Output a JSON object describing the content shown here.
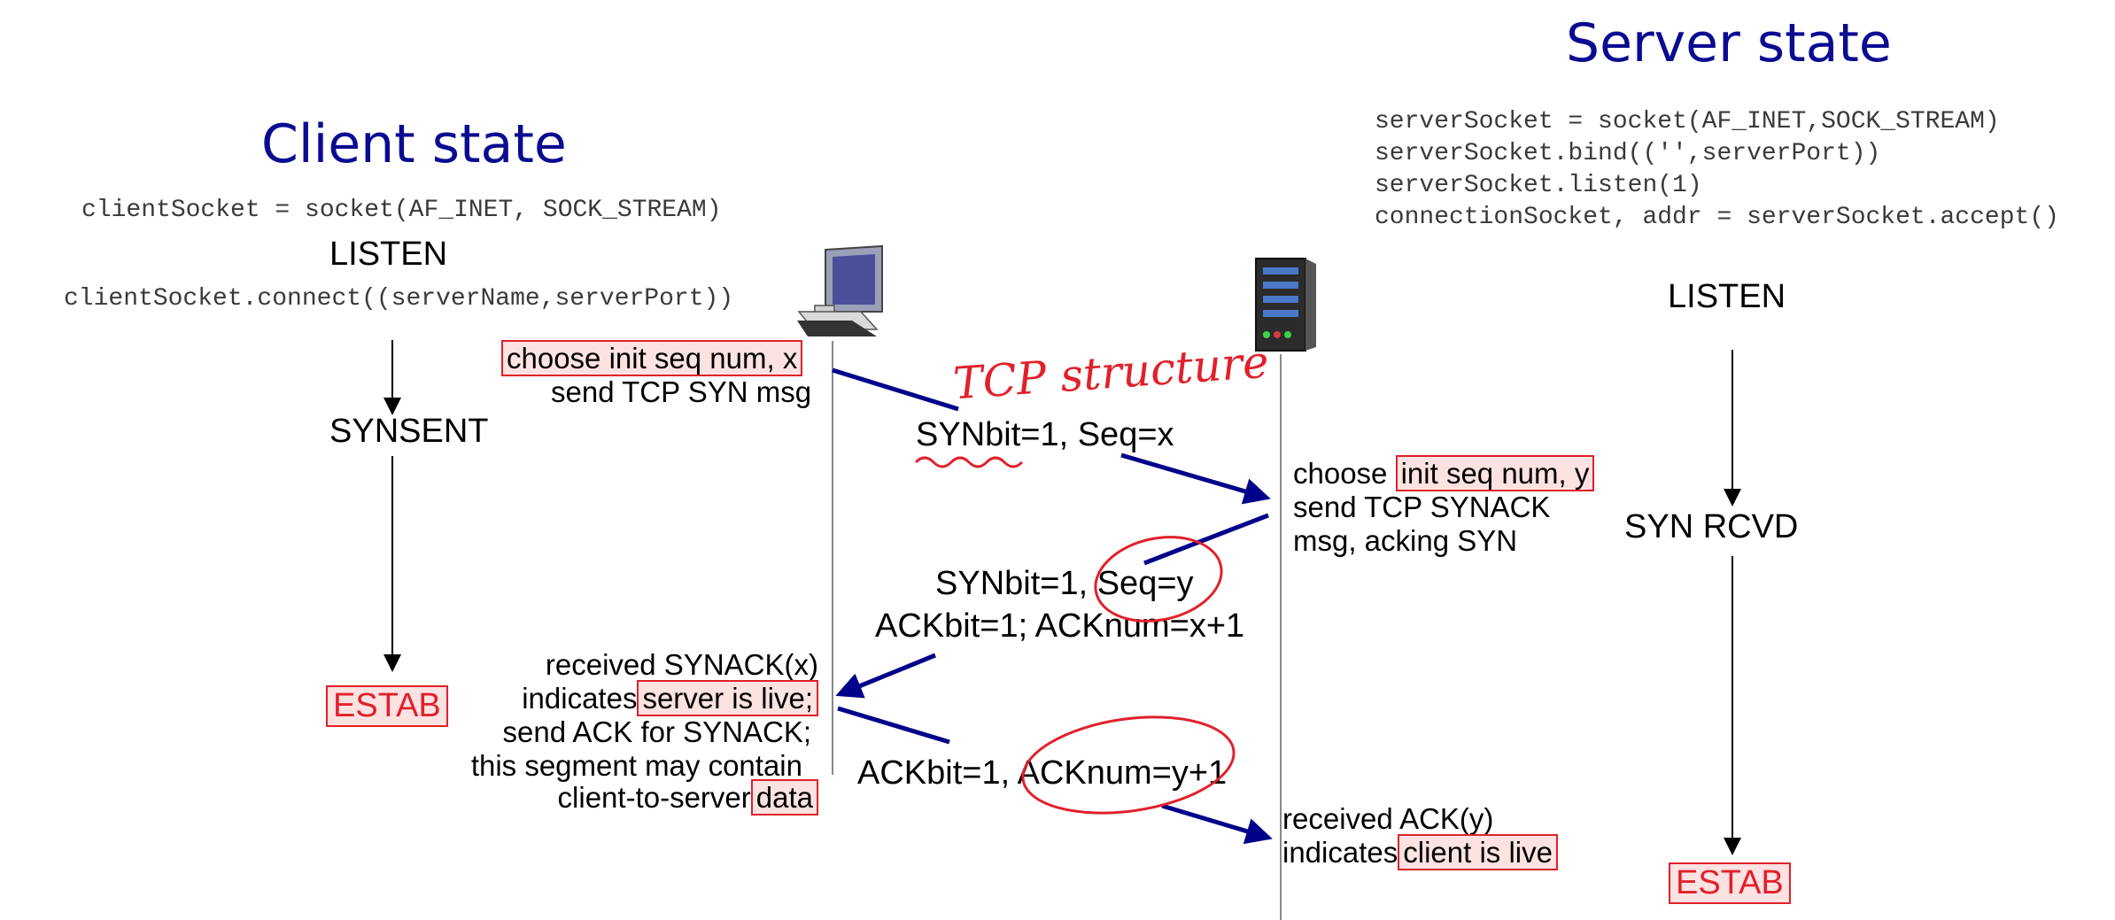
{
  "client": {
    "title": "Client state",
    "code_socket": "clientSocket = socket(AF_INET, SOCK_STREAM)",
    "state_listen": "LISTEN",
    "code_connect": "clientSocket.connect((serverName,serverPort))",
    "state_synsent": "SYNSENT",
    "state_estab": "ESTAB",
    "syn_hl": "choose init seq num, x",
    "syn_send": "send TCP SYN msg",
    "rcv_line1": "received SYNACK(x)",
    "rcv_line2_pre": "indicates",
    "rcv_line2_hl": "server is live;",
    "rcv_line3": "send ACK for SYNACK;",
    "rcv_line4": "this segment may contain",
    "rcv_line5_pre": "client-to-server",
    "rcv_line5_hl": "data"
  },
  "server": {
    "title": "Server state",
    "code_lines": [
      "serverSocket = socket(AF_INET,SOCK_STREAM)",
      "serverSocket.bind(('',serverPort))",
      "serverSocket.listen(1)",
      "connectionSocket, addr = serverSocket.accept()"
    ],
    "state_listen": "LISTEN",
    "state_synrcvd": "SYN RCVD",
    "state_estab": "ESTAB",
    "choose_pre": "choose",
    "choose_hl": "init seq num, y",
    "synack_line2": "send TCP SYNACK",
    "synack_line3": "msg, acking SYN",
    "ack_line1": "received ACK(y)",
    "ack_line2_pre": "indicates",
    "ack_line2_hl": "client is live"
  },
  "messages": {
    "syn": "SYNbit=1, Seq=x",
    "synack_line1": "SYNbit=1, Seq=y",
    "synack_line2": "ACKbit=1; ACKnum=x+1",
    "ack": "ACKbit=1, ACKnum=y+1"
  },
  "annotation": {
    "handwritten": "TCP structure"
  },
  "colors": {
    "title": "#0b0b91",
    "arrow": "#00008b",
    "highlight_border": "#e0212b",
    "highlight_fill": "#fde2e2",
    "annotation": "#e0212b"
  }
}
